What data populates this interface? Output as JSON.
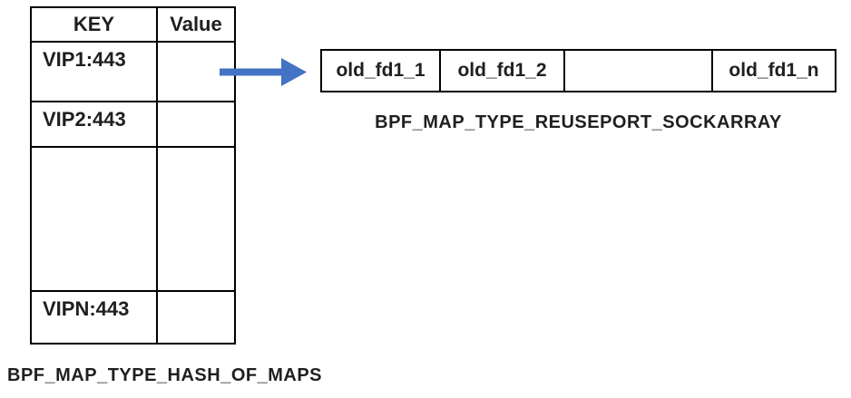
{
  "colors": {
    "arrow": "#4472C4",
    "border": "#000000",
    "text": "#1f1f1f"
  },
  "hash_map": {
    "caption": "BPF_MAP_TYPE_HASH_OF_MAPS",
    "col_headers": {
      "key": "KEY",
      "value": "Value"
    },
    "rows": [
      {
        "key": "VIP1:443",
        "value": ""
      },
      {
        "key": "VIP2:443",
        "value": ""
      },
      {
        "key": "",
        "value": ""
      },
      {
        "key": "VIPN:443",
        "value": ""
      }
    ]
  },
  "sockarray": {
    "caption": "BPF_MAP_TYPE_REUSEPORT_SOCKARRAY",
    "cells": [
      "old_fd1_1",
      "old_fd1_2",
      "",
      "old_fd1_n"
    ]
  }
}
